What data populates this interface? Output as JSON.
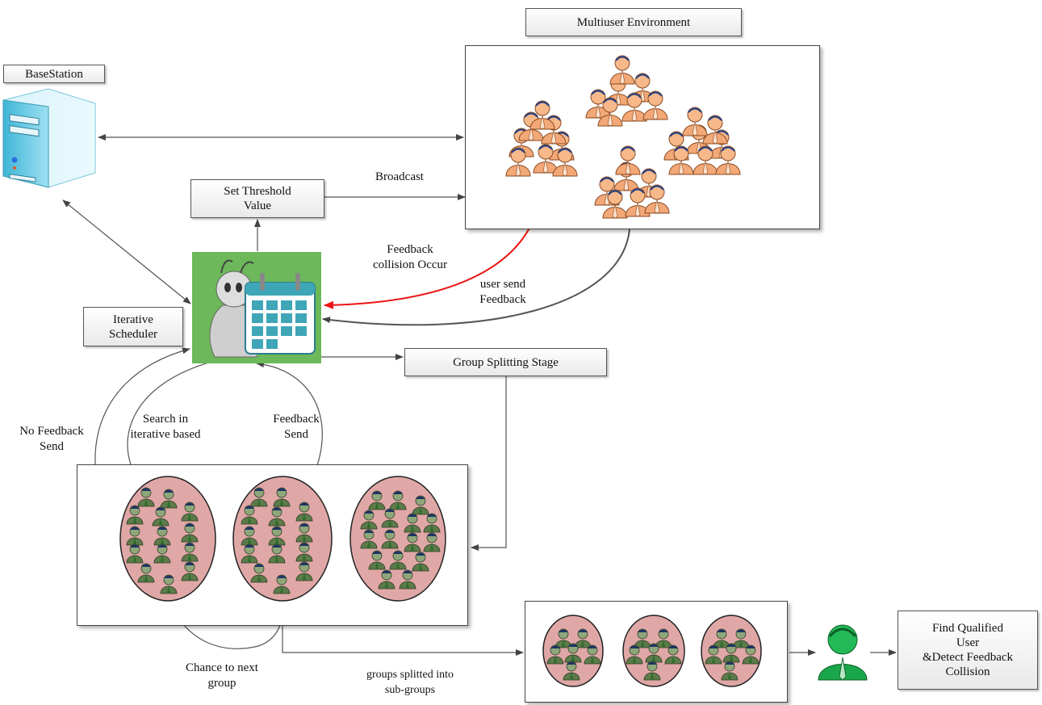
{
  "labels": {
    "base_station": "BaseStation",
    "multiuser_environment": "Multiuser Environment",
    "set_threshold": "Set Threshold\nValue",
    "broadcast": "Broadcast",
    "feedback_collision": "Feedback\ncollision Occur",
    "user_send_feedback": "user send\nFeedback",
    "iterative_scheduler": "Iterative\nScheduler",
    "group_splitting_stage": "Group Splitting Stage",
    "no_feedback_send": "No Feedback\nSend",
    "search_iterative": "Search in\niterative based",
    "feedback_send": "Feedback\nSend",
    "chance_next_group": "Chance to next\ngroup",
    "groups_splitted": "groups splitted into\nsub-groups",
    "find_qualified": "Find Qualified\nUser\n&Detect Feedback\nCollision"
  },
  "icons": {
    "server": "server-icon",
    "scheduler": "scheduler-calendar-icon",
    "user_cluster": "user-cluster-icon",
    "qualified_user": "qualified-user-icon"
  },
  "colors": {
    "collision_arrow": "#ee1111",
    "cluster_fill": "#e0a7a7",
    "scheduler_bg": "#6db85a",
    "orange_user": "#f3a877",
    "green_user": "#1aa64a"
  }
}
